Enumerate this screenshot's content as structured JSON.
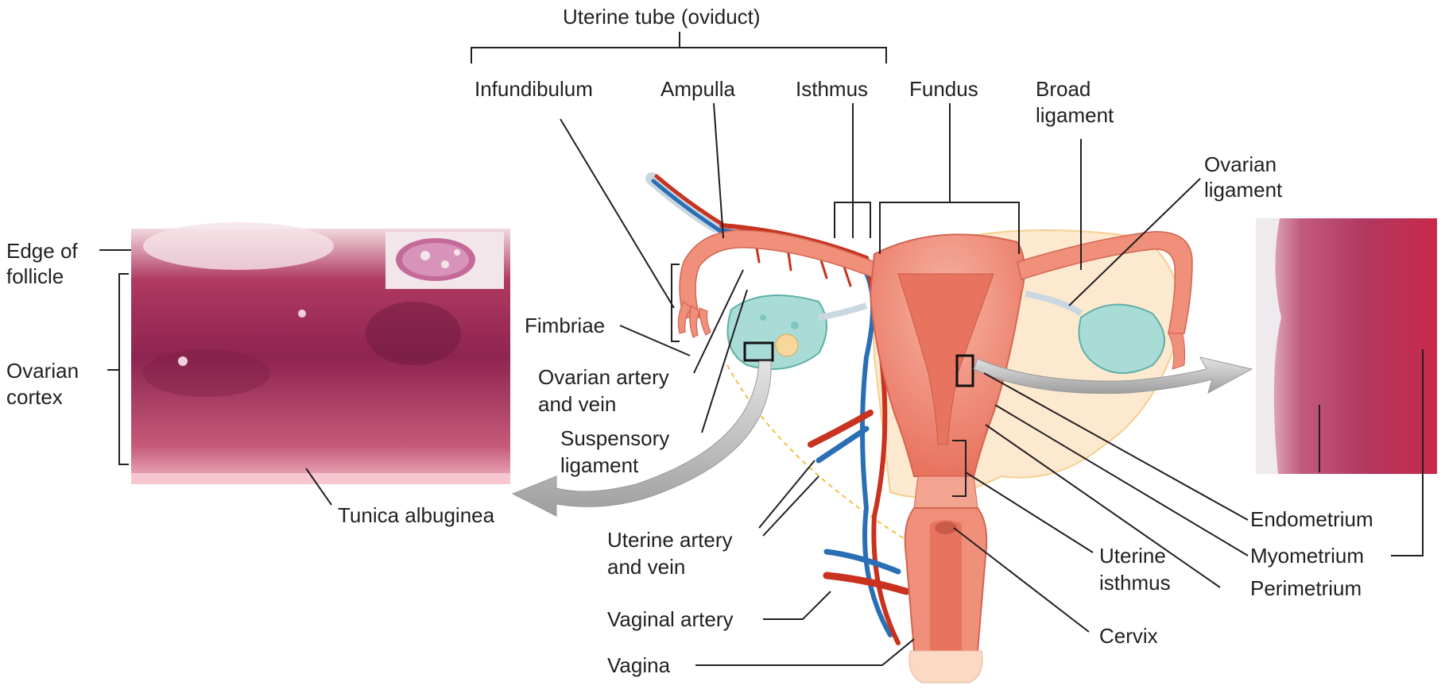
{
  "labels": {
    "uterine_tube": "Uterine tube (oviduct)",
    "infundibulum": "Infundibulum",
    "ampulla": "Ampulla",
    "isthmus": "Isthmus",
    "fundus": "Fundus",
    "broad_ligament_1": "Broad",
    "broad_ligament_2": "ligament",
    "ovarian_ligament_1": "Ovarian",
    "ovarian_ligament_2": "ligament",
    "edge_of_follicle_1": "Edge of",
    "edge_of_follicle_2": "follicle",
    "ovarian_cortex_1": "Ovarian",
    "ovarian_cortex_2": "cortex",
    "fimbriae": "Fimbriae",
    "ovarian_artery_1": "Ovarian artery",
    "ovarian_artery_2": "and vein",
    "suspensory_1": "Suspensory",
    "suspensory_2": "ligament",
    "tunica_albuginea": "Tunica albuginea",
    "uterine_artery_1": "Uterine artery",
    "uterine_artery_2": "and vein",
    "vaginal_artery": "Vaginal artery",
    "vagina": "Vagina",
    "uterine_isthmus_1": "Uterine",
    "uterine_isthmus_2": "isthmus",
    "cervix": "Cervix",
    "endometrium": "Endometrium",
    "myometrium": "Myometrium",
    "perimetrium": "Perimetrium"
  },
  "colors": {
    "text": "#231f20",
    "leader": "#231f20",
    "tissue": "#f08f7a",
    "tissue_dark": "#e8735f",
    "artery": "#c8321f",
    "vein": "#2a6fb5",
    "ovary": "#a9dcd6",
    "ligament": "#fde9cf",
    "histology": "#b8305f",
    "arrow": "#bdbdbd"
  }
}
